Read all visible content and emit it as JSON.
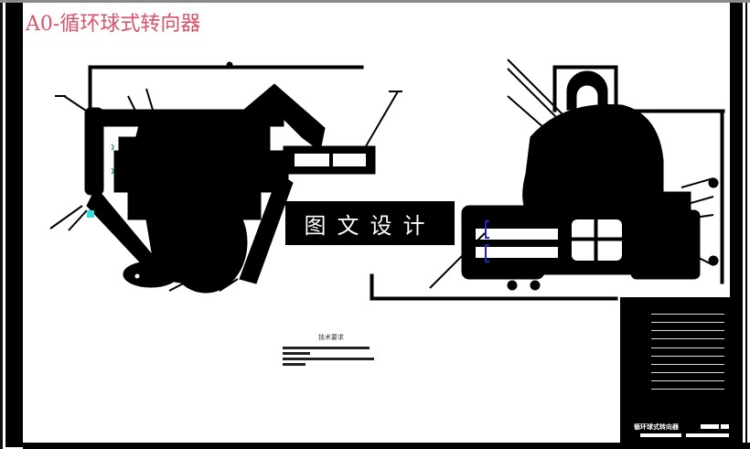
{
  "drawing": {
    "title": "A0-循环球式转向器",
    "watermark": "图文设计",
    "technical_requirements": {
      "heading": "技术要求",
      "lines_count": 4
    },
    "title_block": {
      "drawing_name": "循环球式转向器",
      "rows": 10
    }
  },
  "colors": {
    "title": "#d9536a",
    "frame": "#000000",
    "background": "#ffffff",
    "accent_cyan": "#33dddd",
    "accent_blue": "#2222cc",
    "accent_green": "#33aa55"
  }
}
